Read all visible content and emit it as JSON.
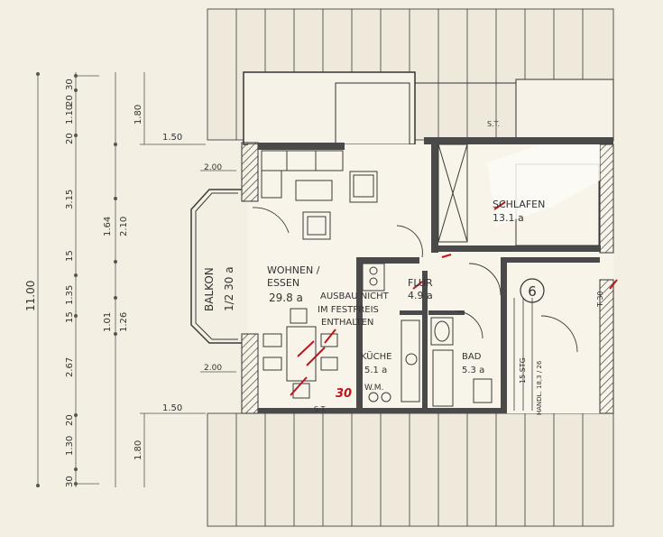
{
  "rooms": {
    "wohnen": {
      "name": "WOHNEN / ESSEN",
      "line1": "WOHNEN /",
      "line2": "ESSEN",
      "area": "29.8 a"
    },
    "ausbau_note": {
      "line1": "AUSBAU NICHT",
      "line2": "IM FESTPREIS",
      "line3": "ENTHALTEN"
    },
    "flur": {
      "name": "FLUR",
      "area": "4.9 a"
    },
    "schlafen": {
      "name": "SCHLAFEN",
      "area": "13.1 a"
    },
    "kueche": {
      "name": "KÜCHE",
      "area": "5.1 a"
    },
    "bad": {
      "name": "BAD",
      "area": "5.3 a"
    },
    "balkon": {
      "name": "BALKON",
      "area": "1/2  30 a"
    }
  },
  "unit_number": "6",
  "labels": {
    "st_top": "S.T.",
    "st_bottom": "S.T.",
    "wm": "W.M.",
    "t30": "T 30",
    "stair_note": "15 STG",
    "stair_note2": "HANDL. 18,3 / 26",
    "red_note": "30"
  },
  "dimensions": {
    "left_vertical": [
      "30",
      "20",
      "1.10",
      "20",
      "3.15",
      "1.64",
      "2.10",
      "15",
      "1.35",
      "15",
      "1.01",
      "1.26",
      "2.67",
      "20",
      "1.30",
      "30"
    ],
    "overall": "11.00",
    "top_180": "1.80",
    "top_150": "1.50",
    "bottom_150": "1.50",
    "bottom_180": "1.80",
    "left_200": "2.00",
    "left_200b": "2.00"
  }
}
